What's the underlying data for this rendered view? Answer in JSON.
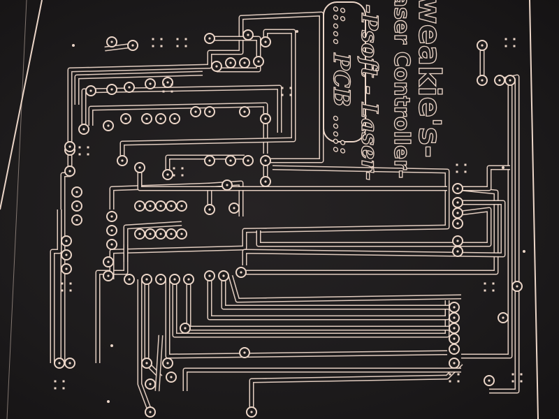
{
  "board_text": {
    "title": "weakie's-",
    "subtitle": "aser Controller-",
    "line3": "-Psoft - Laser-",
    "line4": "::... PCB ...::"
  },
  "colors": {
    "board": "#1e1c1d",
    "copper_outline": "#ecd6c8"
  }
}
